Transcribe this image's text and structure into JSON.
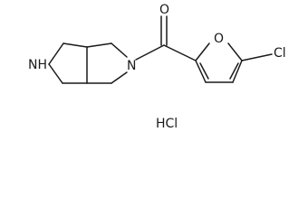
{
  "structure": {
    "atoms": {
      "nh": "NH",
      "n_amide": "N",
      "o_carbonyl": "O",
      "o_furan": "O",
      "cl": "Cl"
    },
    "salt": "HCl"
  }
}
